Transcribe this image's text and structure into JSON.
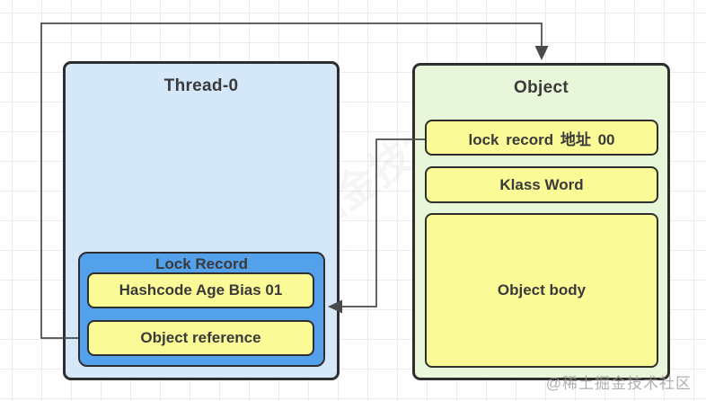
{
  "diagram": {
    "thread": {
      "title": "Thread-0",
      "lock_record": {
        "title": "Lock Record",
        "rows": [
          "Hashcode Age Bias 01",
          "Object reference"
        ]
      }
    },
    "object": {
      "title": "Object",
      "rows": [
        "lock record 地址 00",
        "Klass Word",
        "Object body"
      ]
    },
    "arrows": [
      {
        "name": "object-reference-to-object",
        "from": "Object reference",
        "to": "Object (top)"
      },
      {
        "name": "lock-record-address-to-lock-record",
        "from": "lock record 地址 00",
        "to": "Lock Record (right)"
      }
    ]
  },
  "watermark": {
    "center": "稀土掘金技术社区",
    "bottom_right": "@稀土掘金技术社区"
  },
  "colors": {
    "thread_fill": "#d5e8fa",
    "lock_record_fill": "#54a1eb",
    "row_fill": "#fafa96",
    "object_fill": "#e8f6d9",
    "box_border": "#2e2e2e",
    "wire": "#4a4a4a",
    "title_text": "#3a3a3a",
    "grid_line": "#ececec"
  }
}
